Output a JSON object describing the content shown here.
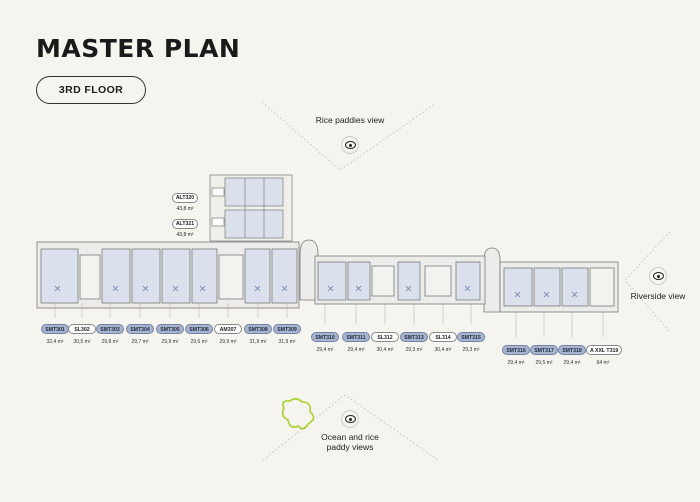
{
  "title": "MASTER PLAN",
  "floor": "3RD FLOOR",
  "views": {
    "top": "Rice paddies view",
    "right": "Riverside view",
    "bottom": "Ocean and rice paddy views"
  },
  "alt_units": [
    {
      "name": "ALT320",
      "area": "43,8 m²"
    },
    {
      "name": "ALT321",
      "area": "43,8 m²"
    }
  ],
  "units": [
    {
      "name": "SMT301",
      "area": "32,4 m²",
      "style": "blue"
    },
    {
      "name": "SL302",
      "area": "30,5 m²",
      "style": "white"
    },
    {
      "name": "SMT303",
      "area": "29,8 m²",
      "style": "blue"
    },
    {
      "name": "SMT304",
      "area": "29,7 m²",
      "style": "blue"
    },
    {
      "name": "SMT305",
      "area": "29,9 m²",
      "style": "blue"
    },
    {
      "name": "SMT306",
      "area": "29,6 m²",
      "style": "blue"
    },
    {
      "name": "AM307",
      "area": "29,9 m²",
      "style": "white"
    },
    {
      "name": "SMT308",
      "area": "31,9 m²",
      "style": "blue"
    },
    {
      "name": "SMT309",
      "area": "31,9 m²",
      "style": "blue"
    },
    {
      "name": "SMT310",
      "area": "29,4 m²",
      "style": "blue"
    },
    {
      "name": "SMT311",
      "area": "29,4 m²",
      "style": "blue"
    },
    {
      "name": "SL312",
      "area": "30,4 m²",
      "style": "white"
    },
    {
      "name": "SMT313",
      "area": "29,3 m²",
      "style": "blue"
    },
    {
      "name": "SL314",
      "area": "30,4 m²",
      "style": "white"
    },
    {
      "name": "SMT315",
      "area": "29,3 m²",
      "style": "blue"
    },
    {
      "name": "SMT316",
      "area": "29,4 m²",
      "style": "blue"
    },
    {
      "name": "SMT317",
      "area": "29,5 m²",
      "style": "blue"
    },
    {
      "name": "SMT318",
      "area": "29,4 m²",
      "style": "blue"
    },
    {
      "name": "A XXL T319",
      "area": "64 m²",
      "style": "white"
    }
  ],
  "colors": {
    "background": "#f5f4ee",
    "unit_fill": "#dbe1ec",
    "badge_blue": "#a9b5cf",
    "wall": "#7a7a7a",
    "island": "#a6d12a"
  }
}
